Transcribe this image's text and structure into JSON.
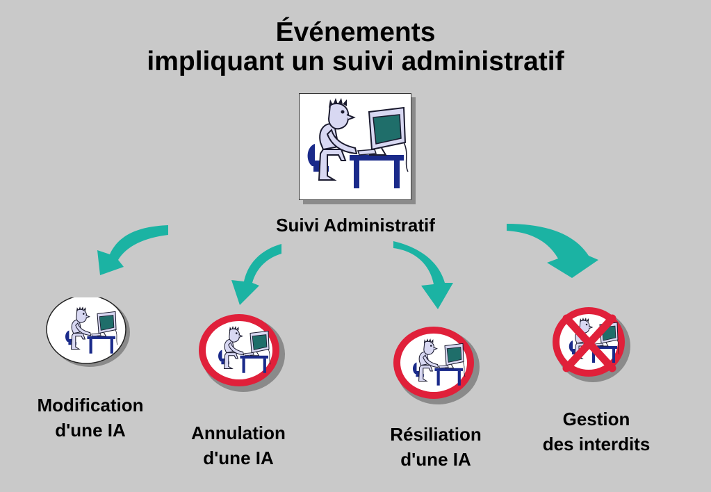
{
  "title": {
    "line1": "Événements",
    "line2": "impliquant un suivi administratif"
  },
  "center": {
    "label": "Suivi Administratif",
    "icon": "person-at-computer-icon"
  },
  "nodes": [
    {
      "line1": "Modification",
      "line2": "d'une IA",
      "icon": "person-at-computer-icon",
      "badge": "none"
    },
    {
      "line1": "Annulation",
      "line2": "d'une IA",
      "icon": "person-at-computer-icon",
      "badge": "red-ring"
    },
    {
      "line1": "Résiliation",
      "line2": "d'une IA",
      "icon": "person-at-computer-icon",
      "badge": "red-ring"
    },
    {
      "line1": "Gestion",
      "line2": "des interdits",
      "icon": "person-at-computer-icon",
      "badge": "red-ring-cross"
    }
  ],
  "colors": {
    "background": "#c9c9c9",
    "arrow": "#1bb3a3",
    "ring": "#e0203a",
    "figure": "#d8d8f2",
    "outline": "#1a1a2e",
    "screen": "#1f6e6a",
    "navy": "#1a2a8a"
  }
}
